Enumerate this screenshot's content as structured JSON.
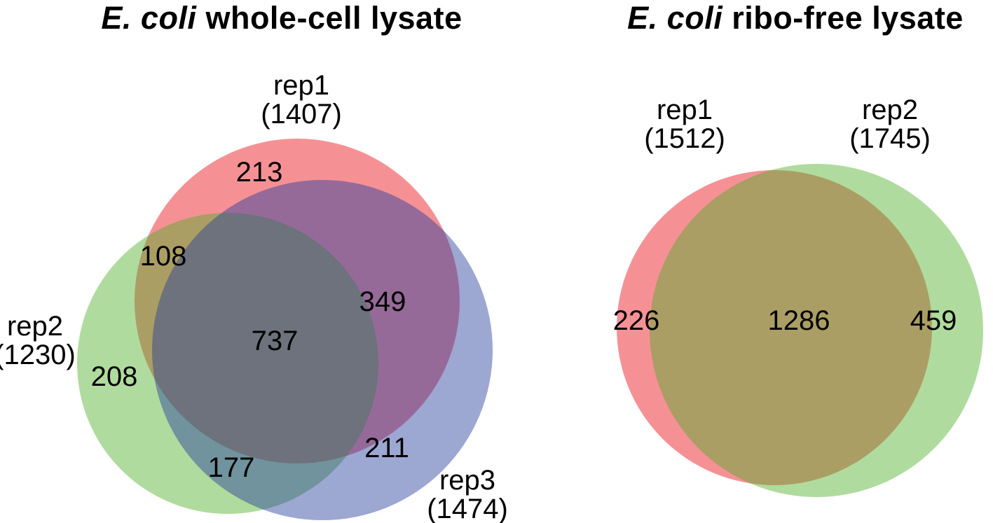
{
  "figure": {
    "background": "#ffffff",
    "text_color": "#000000"
  },
  "chart_data": [
    {
      "type": "venn",
      "title": "E. coli whole-cell lysate",
      "title_italic": "E. coli",
      "title_rest": " whole-cell lysate",
      "fill_opacity": 0.45,
      "sets": [
        {
          "name": "rep1",
          "total": 1407,
          "total_label": "(1407)",
          "base_color": "#E90A14",
          "displayed_fill": "#F5918F"
        },
        {
          "name": "rep2",
          "total": 1230,
          "total_label": "(1230)",
          "base_color": "#50AF28",
          "displayed_fill": "#B0DB9E"
        },
        {
          "name": "rep3",
          "total": 1474,
          "total_label": "(1474)",
          "base_color": "#233C9B",
          "displayed_fill": "#9CA7D2"
        }
      ],
      "overlap_colors": {
        "rep1_rep2": "#ABA064",
        "rep1_rep3": "#976B98",
        "rep2_rep3": "#71939D",
        "center": "#6E727D"
      },
      "regions": [
        {
          "sets": [
            "rep1"
          ],
          "value": 213
        },
        {
          "sets": [
            "rep1",
            "rep2"
          ],
          "value": 108
        },
        {
          "sets": [
            "rep1",
            "rep3"
          ],
          "value": 349
        },
        {
          "sets": [
            "rep1",
            "rep2",
            "rep3"
          ],
          "value": 737
        },
        {
          "sets": [
            "rep2"
          ],
          "value": 208
        },
        {
          "sets": [
            "rep2",
            "rep3"
          ],
          "value": 177
        },
        {
          "sets": [
            "rep3"
          ],
          "value": 211
        }
      ]
    },
    {
      "type": "venn",
      "title": "E. coli ribo-free lysate",
      "title_italic": "E. coli",
      "title_rest": " ribo-free lysate",
      "fill_opacity": 0.45,
      "sets": [
        {
          "name": "rep1",
          "total": 1512,
          "total_label": "(1512)",
          "base_color": "#E90A14",
          "displayed_fill": "#F5918F"
        },
        {
          "name": "rep2",
          "total": 1745,
          "total_label": "(1745)",
          "base_color": "#50AF28",
          "displayed_fill": "#B0DB9E"
        }
      ],
      "overlap_colors": {
        "rep1_rep2": "#ABA064"
      },
      "regions": [
        {
          "sets": [
            "rep1"
          ],
          "value": 226
        },
        {
          "sets": [
            "rep1",
            "rep2"
          ],
          "value": 1286
        },
        {
          "sets": [
            "rep2"
          ],
          "value": 459
        }
      ]
    }
  ]
}
